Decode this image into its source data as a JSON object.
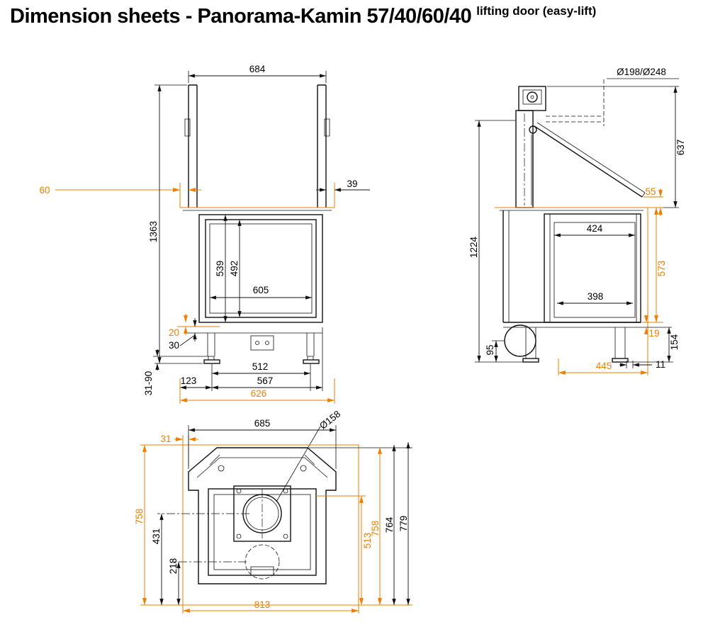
{
  "title": {
    "main": "Dimension sheets - Panorama-Kamin 57/40/60/40",
    "suffix": "lifting door (easy-lift)"
  },
  "colors": {
    "line": "#111111",
    "accent": "#ee7f00"
  },
  "front_view": {
    "dims": {
      "hood_width": "684",
      "surround_offset_left": "60",
      "offset_right": "39",
      "overall_height": "1363",
      "door_frame_height": "539",
      "glass_height": "492",
      "glass_width": "605",
      "plate_gap": "20",
      "base_plate": "30",
      "foot_adjust_range": "31-90",
      "foot_offset": "123",
      "foot_spacing": "512",
      "body_width": "567",
      "surround_width": "626"
    }
  },
  "side_view": {
    "dims": {
      "flue_diameter": "Ø198/Ø248",
      "upper_height": "637",
      "door_travel": "55",
      "overall_height": "1224",
      "depth_top": "424",
      "door_side_height": "573",
      "depth_bottom": "398",
      "base_offset": "19",
      "base_height": "154",
      "blower_height": "95",
      "foot_inset": "11",
      "base_depth": "445"
    }
  },
  "top_view": {
    "dims": {
      "hood_width": "685",
      "flue_diameter": "Ø158",
      "surround_offset": "31",
      "depth_left": "758",
      "flue_center_depth": "431",
      "blower_center_depth": "218",
      "inner_depth": "513",
      "depth_right": "758",
      "body_depth": "764",
      "overall_depth": "779",
      "overall_width": "813"
    }
  }
}
